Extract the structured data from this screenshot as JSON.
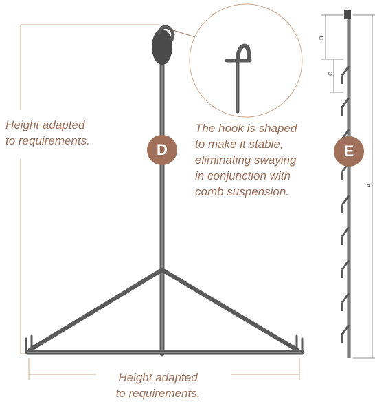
{
  "captions": {
    "height_left": [
      "Height adapted",
      "to requirements."
    ],
    "hook_note": [
      "The hook is shaped",
      "to make it stable,",
      "eliminating swaying",
      "in conjunction with",
      "comb suspension."
    ],
    "height_bottom": [
      "Height adapted",
      "to requirements."
    ]
  },
  "badges": {
    "d": "D",
    "e": "E"
  },
  "dimensions": {
    "a": "A",
    "b": "B",
    "c": "C"
  },
  "colors": {
    "accent": "#a0705b",
    "caption": "#9a6f5a",
    "metal": "#5a5a5a",
    "guide": "#c9a98f"
  }
}
